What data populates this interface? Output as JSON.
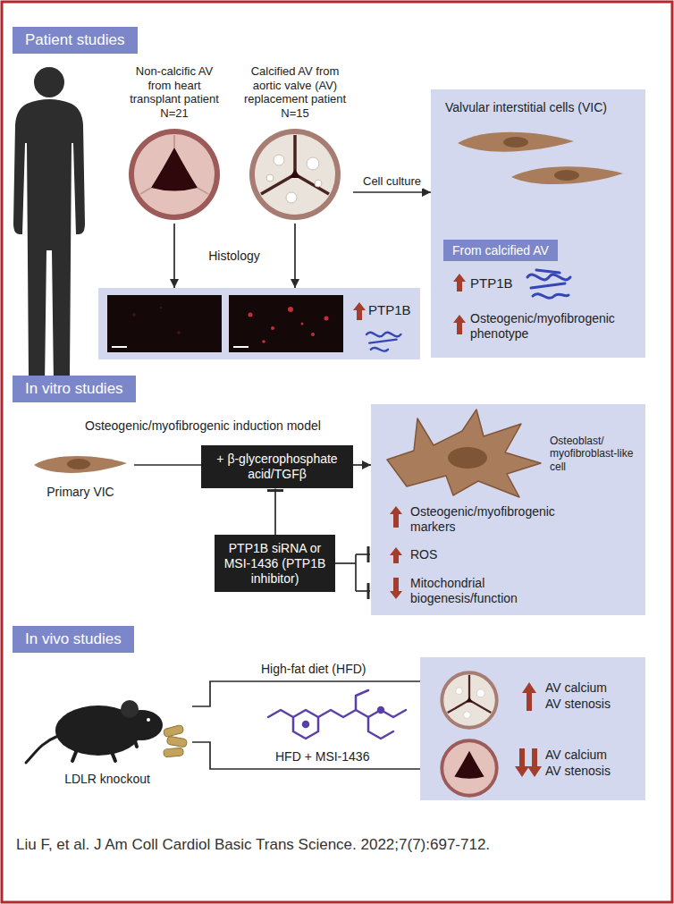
{
  "diagram": {
    "caption": "Liu F, et al. J Am Coll Cardiol Basic Trans Science. 2022;7(7):697-712.",
    "nodes": [
      {
        "text": [
          "Patient studies"
        ]
      },
      {
        "text": [
          "Non-calcific AV from heart transplant patient N=21"
        ]
      },
      {
        "text": [
          "Calcified AV from aortic valve (AV) replacement patient N=15"
        ]
      },
      {
        "text": [
          "Valvular interstitial cells (VIC)",
          "PTP1B",
          "Osteogenic/myofibrogenic phenotype"
        ]
      },
      {
        "text": [
          "From calcified AV"
        ],
        "in": 3
      },
      {
        "text": [
          "PTP1B"
        ]
      },
      {
        "text": [
          "In vitro studies"
        ]
      },
      {
        "text": [
          "Primary VIC"
        ]
      },
      {
        "text": [
          "+ β-glycerophosphate acid/TGFβ"
        ]
      },
      {
        "text": [
          "Osteoblast/ myofibroblast-like cell",
          "Osteogenic/myofibrogenic markers",
          "ROS",
          "Mitochondrial biogenesis/function"
        ]
      },
      {
        "text": [
          "PTP1B siRNA or MSI-1436 (PTP1B inhibitor)"
        ]
      },
      {
        "text": [
          "In vivo studies"
        ]
      },
      {
        "text": [
          "LDLR knockout"
        ]
      },
      {
        "text": [
          "AV calcium",
          "AV stenosis",
          "AV calcium",
          "AV stenosis"
        ]
      }
    ],
    "edges": [
      {
        "from": 1,
        "to": 5,
        "arrow": "to"
      },
      {
        "from": 2,
        "to": 5,
        "arrow": "to"
      },
      {
        "from": 2,
        "to": 3,
        "label": "Cell culture",
        "arrow": "to"
      },
      {
        "from": 7,
        "to": 8,
        "arrow": "none"
      },
      {
        "from": 8,
        "to": 9,
        "arrow": "to"
      },
      {
        "from": 10,
        "to": 8,
        "arrow": "to"
      },
      {
        "from": 10,
        "to": 9,
        "arrow": "to"
      },
      {
        "from": 12,
        "to": 13,
        "label": "High-fat diet (HFD)",
        "arrow": "none"
      },
      {
        "from": 12,
        "to": 13,
        "label": "HFD + MSI-1436",
        "arrow": "none"
      }
    ],
    "labels": [
      "Histology",
      "Osteogenic/myofibrogenic induction model"
    ]
  }
}
